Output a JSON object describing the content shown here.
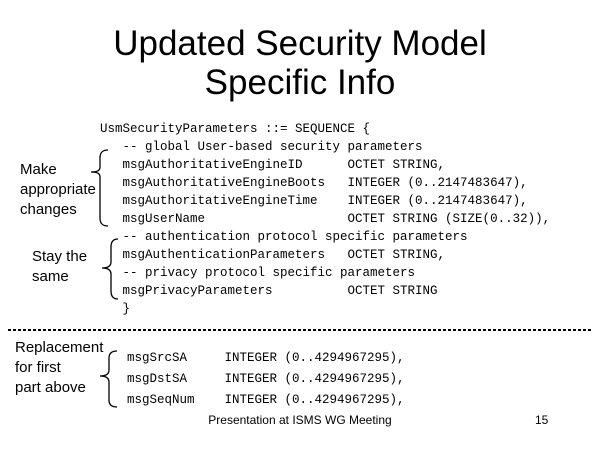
{
  "title": {
    "line1": "Updated Security Model",
    "line2": "Specific Info",
    "full": "Updated Security Model\nSpecific Info"
  },
  "labels": {
    "make_changes": "Make\nappropriate\nchanges",
    "stay_same": "Stay the\nsame",
    "replacement": "Replacement\nfor first\npart above"
  },
  "code": {
    "main": "UsmSecurityParameters ::= SEQUENCE {\n   -- global User-based security parameters\n   msgAuthoritativeEngineID      OCTET STRING,\n   msgAuthoritativeEngineBoots   INTEGER (0..2147483647),\n   msgAuthoritativeEngineTime    INTEGER (0..2147483647),\n   msgUserName                   OCTET STRING (SIZE(0..32)),\n   -- authentication protocol specific parameters\n   msgAuthenticationParameters   OCTET STRING,\n   -- privacy protocol specific parameters\n   msgPrivacyParameters          OCTET STRING\n   }",
    "replacement": "msgSrcSA     INTEGER (0..4294967295),\nmsgDstSA     INTEGER (0..4294967295),\nmsgSeqNum    INTEGER (0..4294967295),"
  },
  "footer": {
    "text": "Presentation at ISMS WG Meeting",
    "page_number": "15"
  },
  "colors": {
    "background": "#ffffff",
    "text": "#000000"
  }
}
